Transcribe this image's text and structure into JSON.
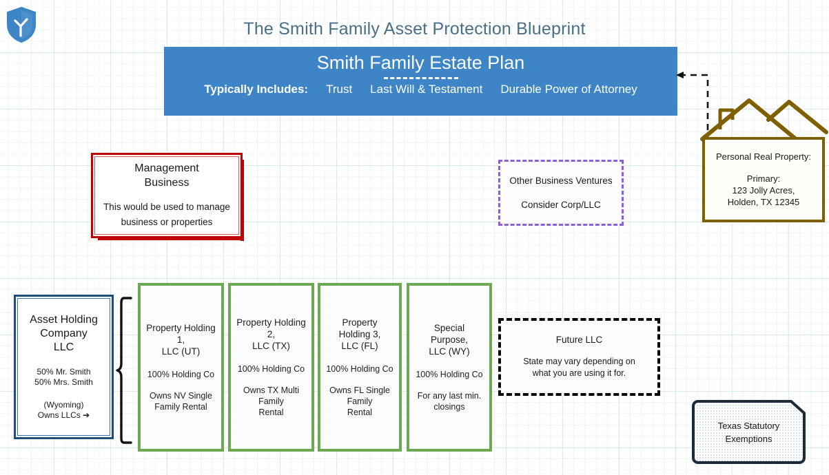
{
  "page": {
    "title": "The Smith Family Asset Protection Blueprint",
    "logo_icon": "shield-check-icon",
    "accent_blue": "#3d85c6",
    "title_color": "#4a6f86",
    "background": "graph-paper"
  },
  "banner": {
    "title": "Smith Family Estate Plan",
    "divider": "dashed-divider",
    "includes_label": "Typically Includes:",
    "items": [
      "Trust",
      "Last Will & Testament",
      "Durable Power of Attorney"
    ],
    "color": "#3d85c6"
  },
  "management_business": {
    "title_line1": "Management",
    "title_line2": "Business",
    "body_line1": "This would be used to manage",
    "body_line2": "business or properties",
    "border_color": "#c00000"
  },
  "other_business_ventures": {
    "title": "Other Business Ventures",
    "body": "Consider Corp/LLC",
    "border_color": "#8e5fd3"
  },
  "personal_real_property": {
    "icon": "house-icon",
    "title": "Personal Real Property:",
    "subtitle": "Primary:",
    "address_line1": "123 Jolly Acres,",
    "address_line2": "Holden, TX 12345",
    "border_color": "#7f6000",
    "connector": "dashed-arrow-to-banner"
  },
  "asset_holding_company": {
    "title_line1": "Asset Holding",
    "title_line2": "Company",
    "title_line3": "LLC",
    "owner_line1": "50% Mr. Smith",
    "owner_line2": "50% Mrs. Smith",
    "state_line": "(Wyoming)",
    "owns_line": "Owns LLCs ➔",
    "border_color": "#1f4e79",
    "brace": "curly-brace-right"
  },
  "llc_boxes": [
    {
      "title_line1": "Property Holding 1,",
      "title_line2": "LLC (UT)",
      "ownership": "100% Holding Co",
      "detail_line1": "Owns NV Single",
      "detail_line2": "Family Rental"
    },
    {
      "title_line1": "Property Holding 2,",
      "title_line2": "LLC (TX)",
      "ownership": "100% Holding Co",
      "detail_line1": "Owns TX Multi Family",
      "detail_line2": "Rental"
    },
    {
      "title_line1": "Property Holding 3,",
      "title_line2": "LLC (FL)",
      "ownership": "100% Holding Co",
      "detail_line1": "Owns FL Single Family",
      "detail_line2": "Rental"
    },
    {
      "title_line1": "Special Purpose,",
      "title_line2": "LLC (WY)",
      "ownership": "100% Holding Co",
      "detail_line1": "For any last min.",
      "detail_line2": "closings"
    }
  ],
  "llc_border_color": "#6aa84f",
  "future_llc": {
    "title": "Future LLC",
    "body_line1": "State may vary depending on",
    "body_line2": "what you are using it for.",
    "border_color": "#000000"
  },
  "texas_exemptions": {
    "title_line1": "Texas Statutory",
    "title_line2": "Exemptions",
    "border_color": "#1c2b3a"
  }
}
